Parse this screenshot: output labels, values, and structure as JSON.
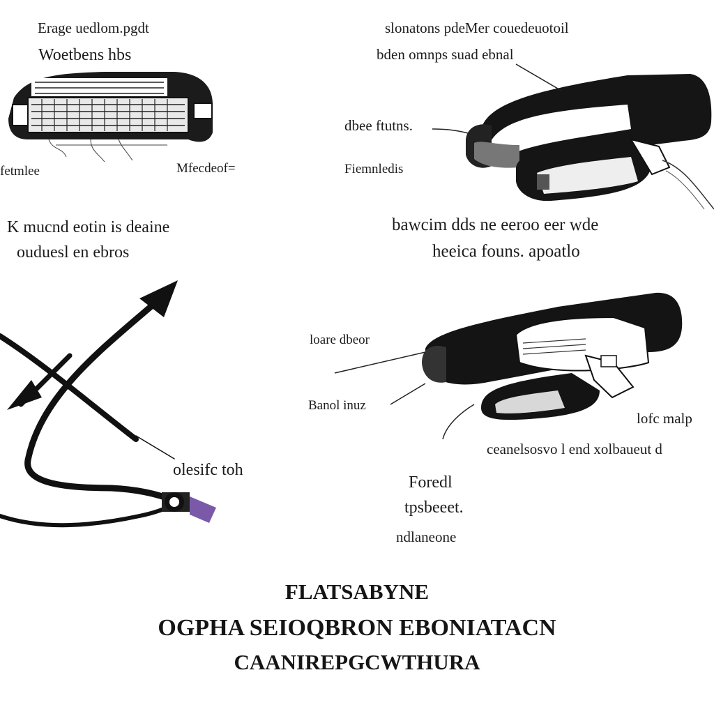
{
  "labels": {
    "top_left_1": "Erage uedlom.pgdt",
    "top_left_2": "Woetbens hbs",
    "left_device_a": "fetmlee",
    "left_device_b": "Mfecdeof=",
    "left_caption_1": "K mucnd eotin is deaine",
    "left_caption_2": "ouduesl en ebros",
    "top_right_1": "slonatons pdeMer couedeuotoil",
    "top_right_2": "bden omnps suad ebnal",
    "clip_a": "dbee ftutns.",
    "clip_b": "Fiemnledis",
    "right_caption_1": "bawcim dds ne eeroo eer wde",
    "right_caption_2": "heeica founs. apoatlo",
    "lower_a": "loare dbeor",
    "lower_b": "Banol inuz",
    "lower_c": "lofc malp",
    "lower_d": "ceanelsosvo l end xolbaueut d",
    "arrow_label": "olesifc toh",
    "mid_a": "Foredl",
    "mid_b": "tpsbeeet.",
    "mid_c": "ndlaneone"
  },
  "footer": {
    "line1": "FLATSABYNE",
    "line2": "OGPHA SEIOQBRON EBONIATACN",
    "line3": "CAANIREPGCWTHURA"
  },
  "colors": {
    "ink": "#111111",
    "accent": "#7a5aa8"
  }
}
